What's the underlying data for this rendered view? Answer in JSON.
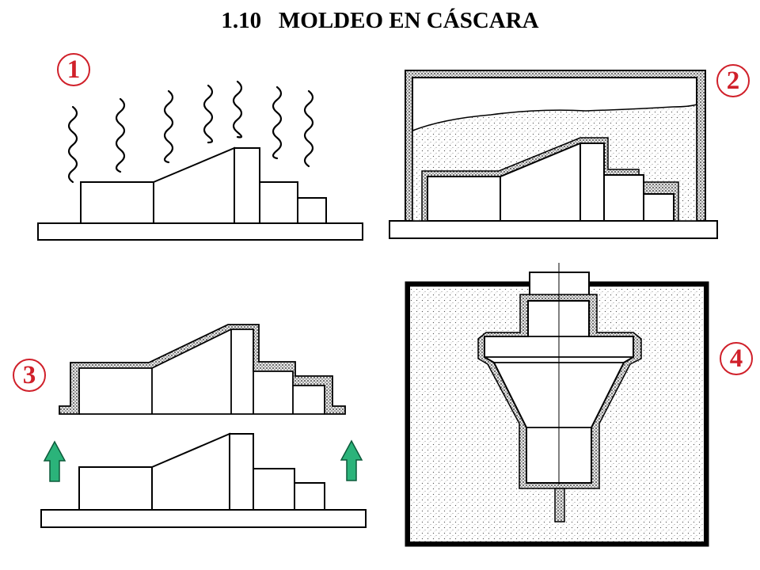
{
  "title": "1.10   MOLDEO EN CÁSCARA",
  "steps": [
    {
      "number": "1"
    },
    {
      "number": "2"
    },
    {
      "number": "3"
    },
    {
      "number": "4"
    }
  ],
  "colors": {
    "step_number": "#d0202a",
    "arrow_fill": "#2bb37a",
    "arrow_stroke": "#0c5a3a",
    "outline": "#000000",
    "sand_fill": "#ededed"
  },
  "icons": [
    "heat-wave-icon",
    "up-arrow-icon"
  ]
}
